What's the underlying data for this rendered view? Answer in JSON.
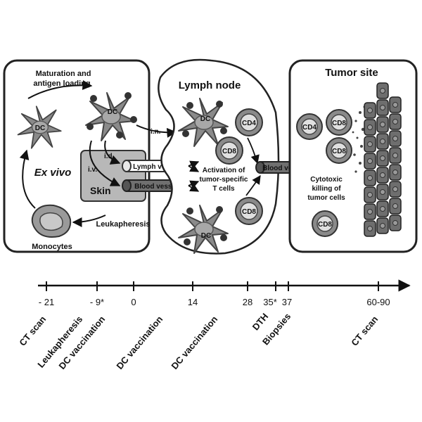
{
  "ex_vivo": {
    "maturation_line1": "Maturation and",
    "maturation_line2": "antigen loading",
    "label": "Ex vivo",
    "dc_immature": "DC",
    "dc_mature": "DC",
    "id_route": "i.d.",
    "iv_route": "i.v.",
    "in_route": "i.n.",
    "skin": "Skin",
    "lymph_vessel": "Lymph vessel",
    "blood_vessel": "Blood vessel",
    "leukapheresis": "Leukapheresis",
    "monocytes": "Monocytes"
  },
  "lymph_node": {
    "title": "Lymph node",
    "dc_top": "DC",
    "dc_bottom": "DC",
    "cd4": "CD4",
    "cd8_a": "CD8",
    "cd8_b": "CD8",
    "activation_line1": "Activation of",
    "activation_line2": "tumor-specific",
    "activation_line3": "T cells",
    "blood_vessel": "Blood vessel"
  },
  "tumor_site": {
    "title": "Tumor site",
    "cd4": "CD4",
    "cd8_a": "CD8",
    "cd8_b": "CD8",
    "cd8_c": "CD8",
    "cytotoxic_line1": "Cytotoxic",
    "cytotoxic_line2": "killing of",
    "cytotoxic_line3": "tumor cells"
  },
  "timeline": {
    "ticks": [
      {
        "day": "- 21",
        "label": "CT scan"
      },
      {
        "day": "- 9*",
        "label": "Leukapheresis"
      },
      {
        "day": "0",
        "label": "DC vaccination"
      },
      {
        "day": "14",
        "label": "DC vaccination"
      },
      {
        "day": "28",
        "label": "DC vaccination"
      },
      {
        "day": "35*",
        "label": "DTH"
      },
      {
        "day": "37",
        "label": "Biopsies"
      },
      {
        "day": "60-90",
        "label": "CT scan"
      }
    ]
  }
}
